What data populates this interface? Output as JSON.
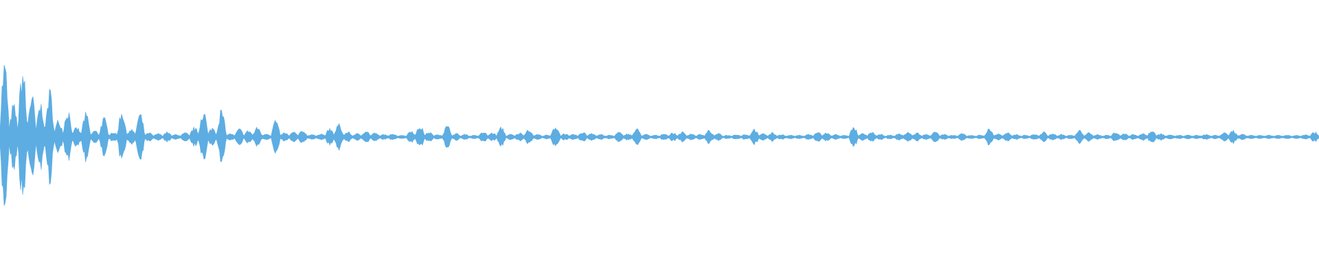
{
  "waveform": {
    "color": "#5dade2",
    "background": "#ffffff",
    "envelope_peaks": [
      0.97,
      0.42,
      0.9,
      0.55,
      0.44,
      0.6,
      0.22,
      0.36,
      0.12,
      0.3,
      0.08,
      0.24,
      0.06,
      0.35,
      0.1,
      0.3,
      0.05,
      0.04,
      0.06,
      0.03,
      0.05,
      0.12,
      0.36,
      0.12,
      0.35,
      0.04,
      0.1,
      0.08,
      0.12,
      0.04,
      0.22,
      0.05,
      0.06,
      0.08,
      0.03,
      0.04,
      0.1,
      0.16,
      0.06,
      0.04,
      0.08,
      0.05,
      0.03,
      0.04,
      0.02,
      0.08,
      0.14,
      0.06,
      0.03,
      0.14,
      0.04,
      0.03,
      0.02,
      0.06,
      0.05,
      0.12,
      0.03,
      0.05,
      0.1,
      0.03,
      0.02,
      0.14,
      0.04,
      0.03,
      0.06,
      0.05,
      0.03,
      0.02,
      0.06,
      0.04,
      0.1,
      0.03,
      0.02,
      0.04,
      0.05,
      0.06,
      0.04,
      0.03,
      0.08,
      0.04,
      0.02,
      0.03,
      0.03,
      0.1,
      0.04,
      0.05,
      0.03,
      0.02,
      0.02,
      0.03,
      0.06,
      0.05,
      0.03,
      0.02,
      0.12,
      0.04,
      0.06,
      0.03,
      0.02,
      0.04,
      0.06,
      0.05,
      0.03,
      0.08,
      0.03,
      0.02,
      0.04,
      0.02,
      0.02,
      0.1,
      0.04,
      0.05,
      0.03,
      0.02,
      0.03,
      0.06,
      0.04,
      0.03,
      0.02,
      0.08,
      0.05,
      0.03,
      0.02,
      0.06,
      0.04,
      0.03,
      0.04,
      0.08,
      0.04,
      0.03,
      0.02,
      0.02,
      0.02,
      0.03,
      0.02,
      0.05,
      0.08,
      0.03,
      0.02,
      0.02,
      0.02,
      0.02,
      0.02,
      0.02,
      0.03,
      0.06
    ]
  }
}
